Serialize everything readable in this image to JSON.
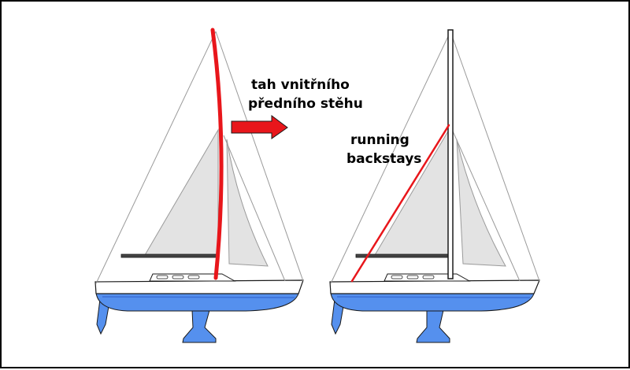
{
  "colors": {
    "frame": "#000000",
    "highlight": "#e8161b",
    "hull_underwater": "#5590ee",
    "sail_fill": "#e3e3e3",
    "rigging": "#9a9a9a",
    "background": "#ffffff"
  },
  "annotations": {
    "left_line1": "tah vnitřního",
    "left_line2": "předního stěhu",
    "right_line1": "running",
    "right_line2": "backstays"
  },
  "icons": {
    "arrow": "right-arrow-icon"
  }
}
